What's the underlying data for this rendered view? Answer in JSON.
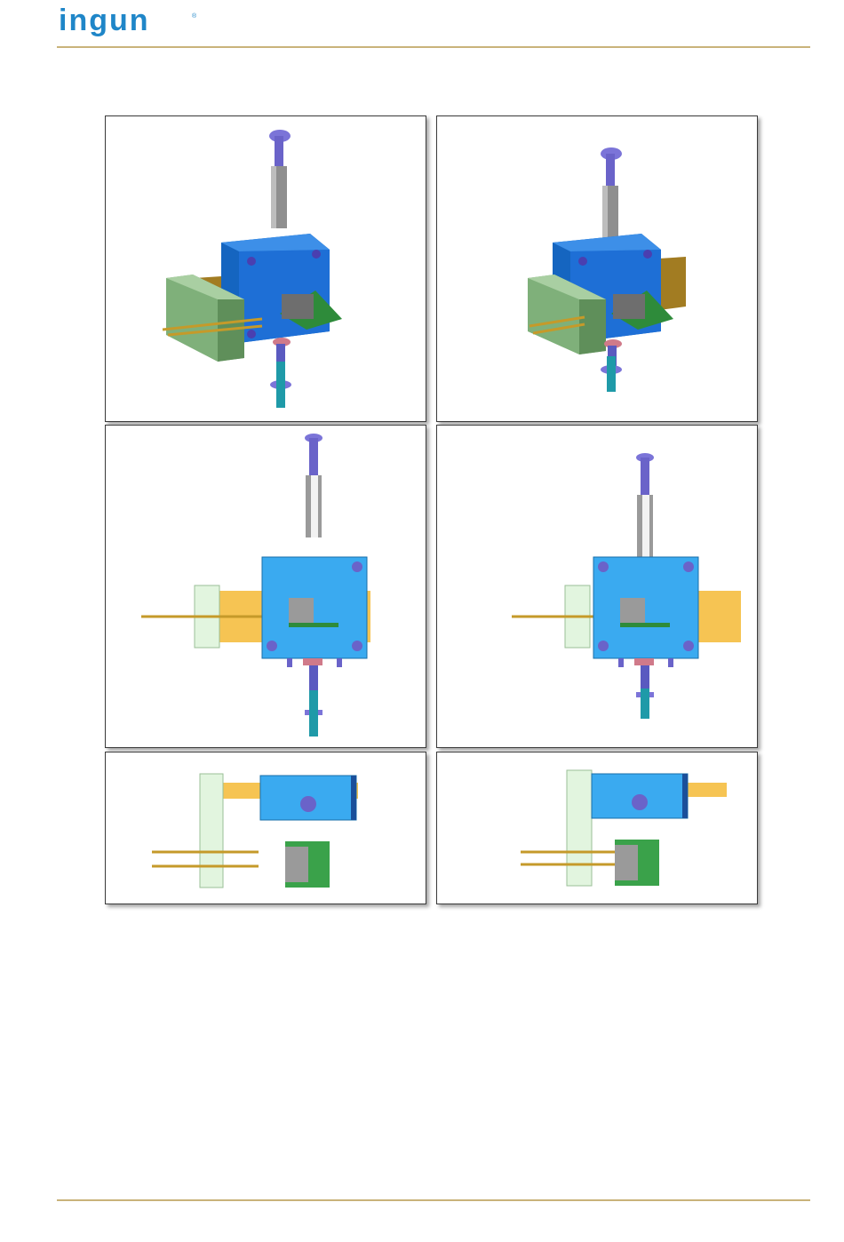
{
  "header": {
    "logo_text": "ingun",
    "brand_color": "#1f86c8",
    "rule_color": "#c9b37a"
  },
  "figures": [
    {
      "name": "iso-view-left",
      "view": "isometric"
    },
    {
      "name": "iso-view-right",
      "view": "isometric"
    },
    {
      "name": "front-view-left",
      "view": "front"
    },
    {
      "name": "front-view-right",
      "view": "front"
    },
    {
      "name": "top-view-left",
      "view": "top"
    },
    {
      "name": "top-view-right",
      "view": "top"
    }
  ]
}
